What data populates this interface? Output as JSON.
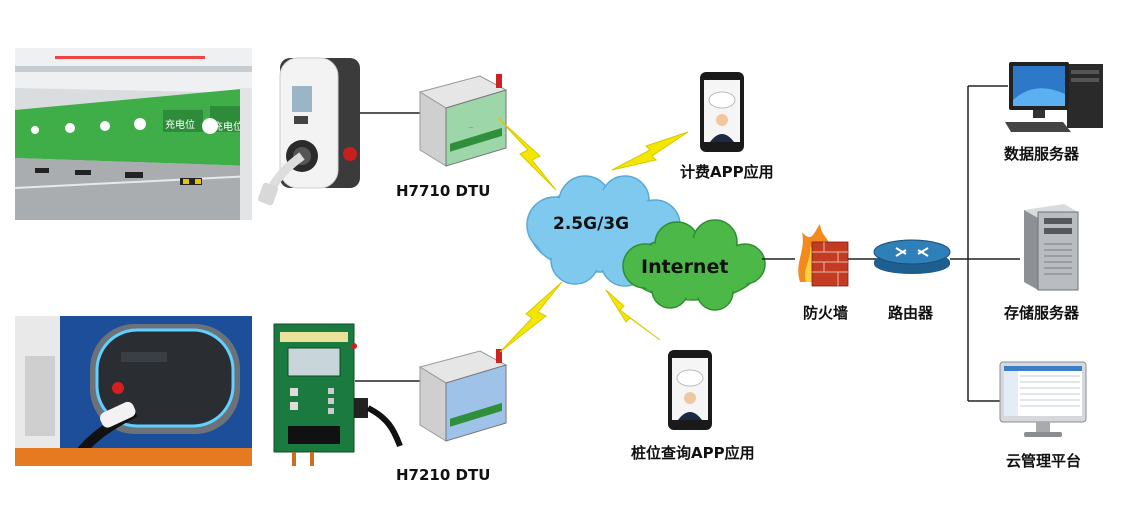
{
  "labels": {
    "dtu_top": "H7710 DTU",
    "dtu_bottom": "H7210 DTU",
    "cloud_mobile": "2.5G/3G",
    "cloud_internet": "Internet",
    "firewall": "防火墙",
    "router": "路由器",
    "app_billing": "计费APP应用",
    "app_query": "桩位查询APP应用",
    "data_server": "数据服务器",
    "storage_server": "存储服务器",
    "cloud_platform": "云管理平台"
  },
  "photo_text": {
    "parking_sign_1": "充电位",
    "parking_sign_2": "充电位"
  },
  "colors": {
    "cloud_blue": "#7fc8ee",
    "cloud_green": "#4cb848",
    "lightning": "#f3e600",
    "parking_wall": "#3fae49",
    "dtu_top_body": "#9dd6a8",
    "dtu_bottom_body": "#9fc3e8",
    "firewall": "#c23b22",
    "router": "#2f7fb9"
  }
}
